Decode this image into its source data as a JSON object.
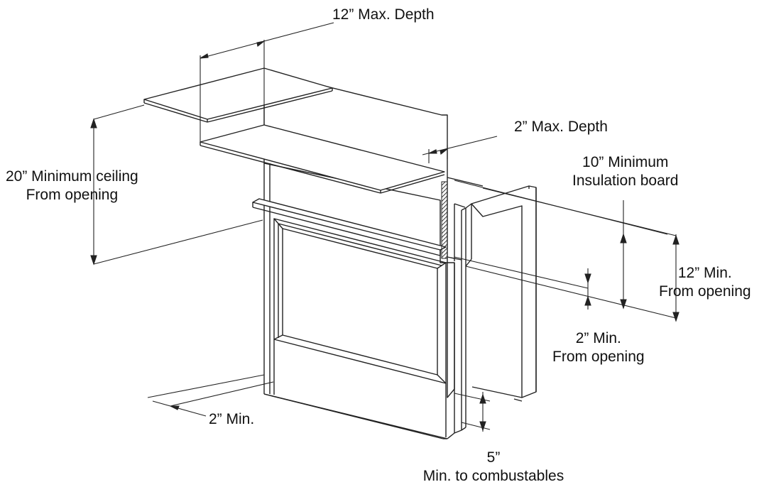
{
  "labels": {
    "max_depth_12": "12” Max. Depth",
    "max_depth_2": "2” Max. Depth",
    "ceiling_line1": "20” Minimum ceiling",
    "ceiling_line2": "From opening",
    "insulation_line1": "10” Minimum",
    "insulation_line2": "Insulation board",
    "min12_line1": "12” Min.",
    "min12_line2": "From opening",
    "min2_line1": "2” Min.",
    "min2_line2": "From opening",
    "side_min2": "2” Min.",
    "combust_line1": "5”",
    "combust_line2": "Min. to combustables"
  },
  "colors": {
    "line": "#222222",
    "hatch": "#555555"
  }
}
